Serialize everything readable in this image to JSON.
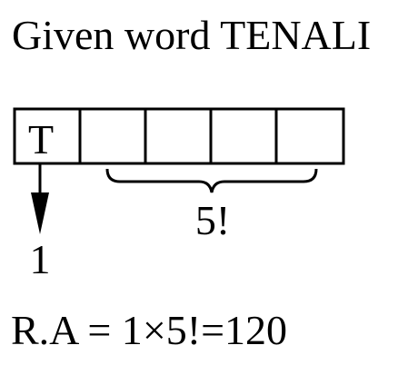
{
  "title": "Given word TENALI",
  "boxes": [
    "T",
    "",
    "",
    "",
    "",
    ""
  ],
  "brace_label": "5!",
  "arrow_label": "1",
  "result": {
    "prefix": "R.A = 1",
    "times": "×",
    "suffix": "5!=120"
  }
}
